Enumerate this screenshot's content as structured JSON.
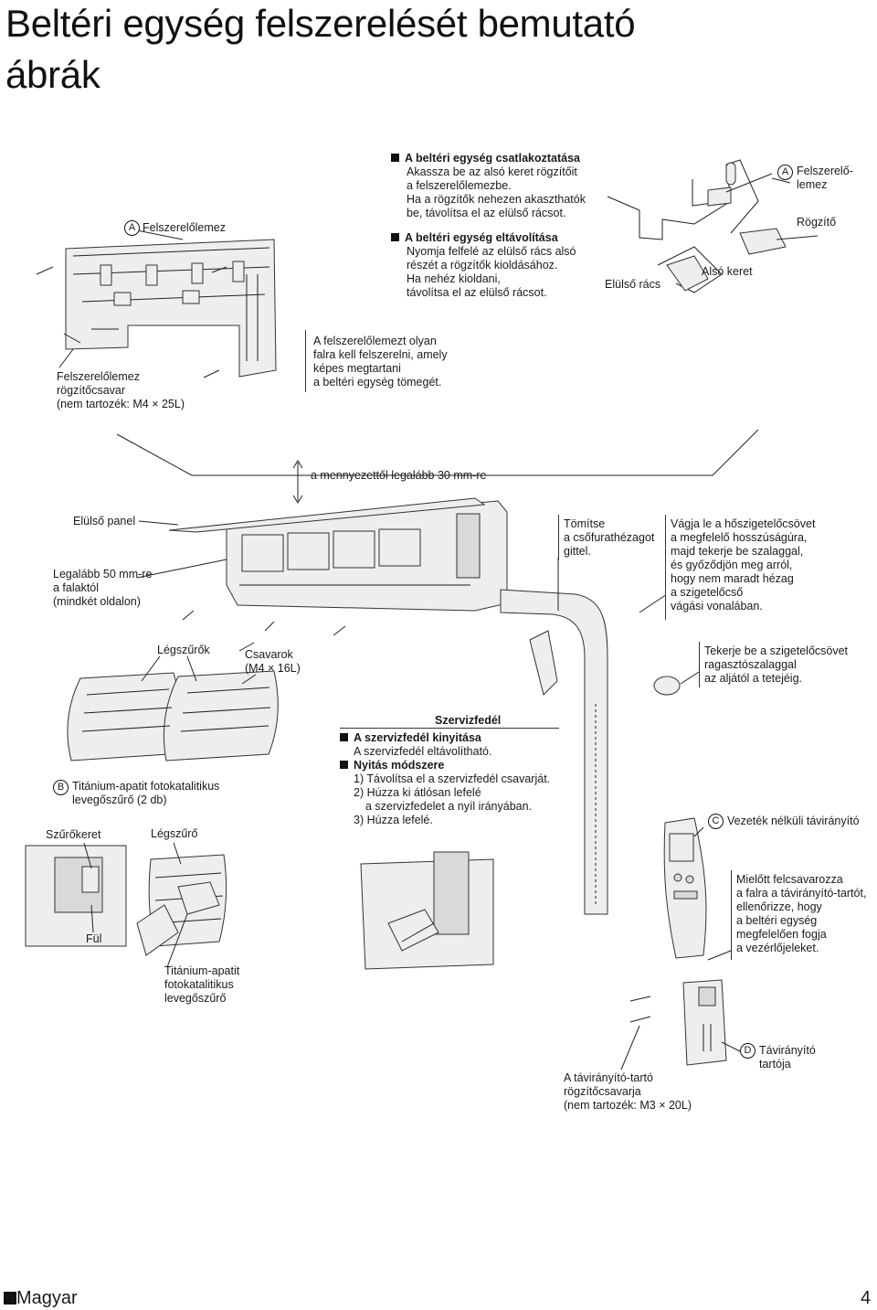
{
  "title": [
    "Beltéri egység felszerelését bemutató",
    "ábrák"
  ],
  "plate": {
    "label_A": "Felszerelőlemez",
    "screw_label": [
      "Felszerelőlemez",
      "rögzítőcsavar",
      "(nem tartozék: M4 × 25L)"
    ],
    "wall_note": [
      "A felszerelőlemezt olyan",
      "falra kell felszerelni, amely",
      "képes megtartani",
      "a beltéri egység tömegét."
    ]
  },
  "instructions": {
    "connect_heading": "A beltéri egység csatlakoztatása",
    "connect_lines": [
      "Akassza be az alsó keret rögzítőit",
      "a felszerelőlemezbe.",
      "Ha a rögzítők nehezen akaszthatók",
      "be, távolítsa el az elülső rácsot."
    ],
    "remove_heading": "A beltéri egység eltávolítása",
    "remove_lines": [
      "Nyomja felfelé az elülső rács alsó",
      "részét a rögzítők kioldásához.",
      "Ha nehéz kioldani,",
      "távolítsa el az elülső rácsot."
    ]
  },
  "detail": {
    "label_A": [
      "Felszerelő-",
      "lemez"
    ],
    "rogzito": "Rögzítő",
    "also_keret": "Alsó keret",
    "elulso_racs": "Elülső rács"
  },
  "unit": {
    "ceiling": "a mennyezettől legalább 30 mm-re",
    "front_panel": "Elülső panel",
    "wall_distance": [
      "Legalább 50 mm-re",
      "a falaktól",
      "(mindkét oldalon)"
    ],
    "seal": [
      "Tömítse",
      "a csőfurathézagot",
      "gittel."
    ],
    "cut_insulation": [
      "Vágja le a hőszigetelőcsövet",
      "a megfelelő hosszúságúra,",
      "majd tekerje be szalaggal,",
      "és győződjön meg arról,",
      "hogy nem maradt hézag",
      "a szigetelőcső",
      "vágási vonalában."
    ],
    "tape": [
      "Tekerje be a szigetelőcsövet",
      "ragasztószalaggal",
      "az aljától a tetejéig."
    ]
  },
  "filters": {
    "legszurok": "Légszűrők",
    "csavarok": [
      "Csavarok",
      "(M4 × 16L)"
    ],
    "label_B": [
      "Titánium-apatit fotokatalitikus",
      "levegőszűrő (2 db)"
    ],
    "szurokeret": "Szűrőkeret",
    "legszuro": "Légszűrő",
    "ful": "Fül",
    "titanium": [
      "Titánium-apatit",
      "fotokatalitikus",
      "levegőszűrő"
    ]
  },
  "service": {
    "heading": "Szervizfedél",
    "open_heading": "A szervizfedél kinyitása",
    "open_line": "A szervizfedél eltávolítható.",
    "method_heading": "Nyitás módszere",
    "steps": [
      "1) Távolítsa el a szervizfedél csavarját.",
      "2) Húzza ki átlósan lefelé",
      "a szervizfedelet a nyíl irányában.",
      "3) Húzza lefelé."
    ]
  },
  "remote": {
    "label_C": "Vezeték nélküli távirányító",
    "note": [
      "Mielőtt felcsavarozza",
      "a falra a távirányító-tartót,",
      "ellenőrizze, hogy",
      "a beltéri egység",
      "megfelelően fogja",
      "a vezérlőjeleket."
    ],
    "label_D": [
      "Távirányító",
      "tartója"
    ],
    "holder_screw": [
      "A távirányító-tartó",
      "rögzítőcsavarja",
      "(nem tartozék: M3 × 20L)"
    ]
  },
  "letters": {
    "A": "A",
    "B": "B",
    "C": "C",
    "D": "D"
  },
  "footer": {
    "language": "Magyar",
    "page": "4"
  }
}
